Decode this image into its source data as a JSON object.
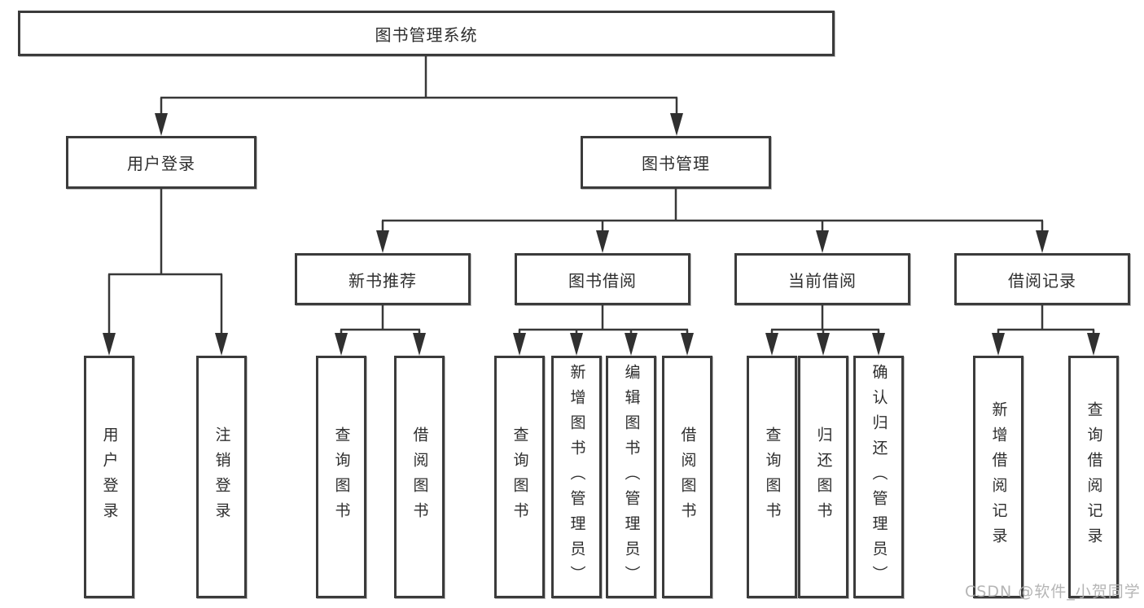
{
  "diagram": {
    "root": {
      "label": "图书管理系统"
    },
    "branches": [
      {
        "label": "用户登录",
        "children": [
          "用户登录",
          "注销登录"
        ]
      },
      {
        "label": "图书管理",
        "children": [
          {
            "label": "新书推荐",
            "children": [
              "查询图书",
              "借阅图书"
            ]
          },
          {
            "label": "图书借阅",
            "children": [
              "查询图书",
              "新增图书（管理员）",
              "编辑图书（管理员）",
              "借阅图书"
            ]
          },
          {
            "label": "当前借阅",
            "children": [
              "查询图书",
              "归还图书",
              "确认归还（管理员）"
            ]
          },
          {
            "label": "借阅记录",
            "children": [
              "新增借阅记录",
              "查询借阅记录"
            ]
          }
        ]
      }
    ]
  },
  "watermark": {
    "text": "CSDN @软件_小贺同学"
  }
}
